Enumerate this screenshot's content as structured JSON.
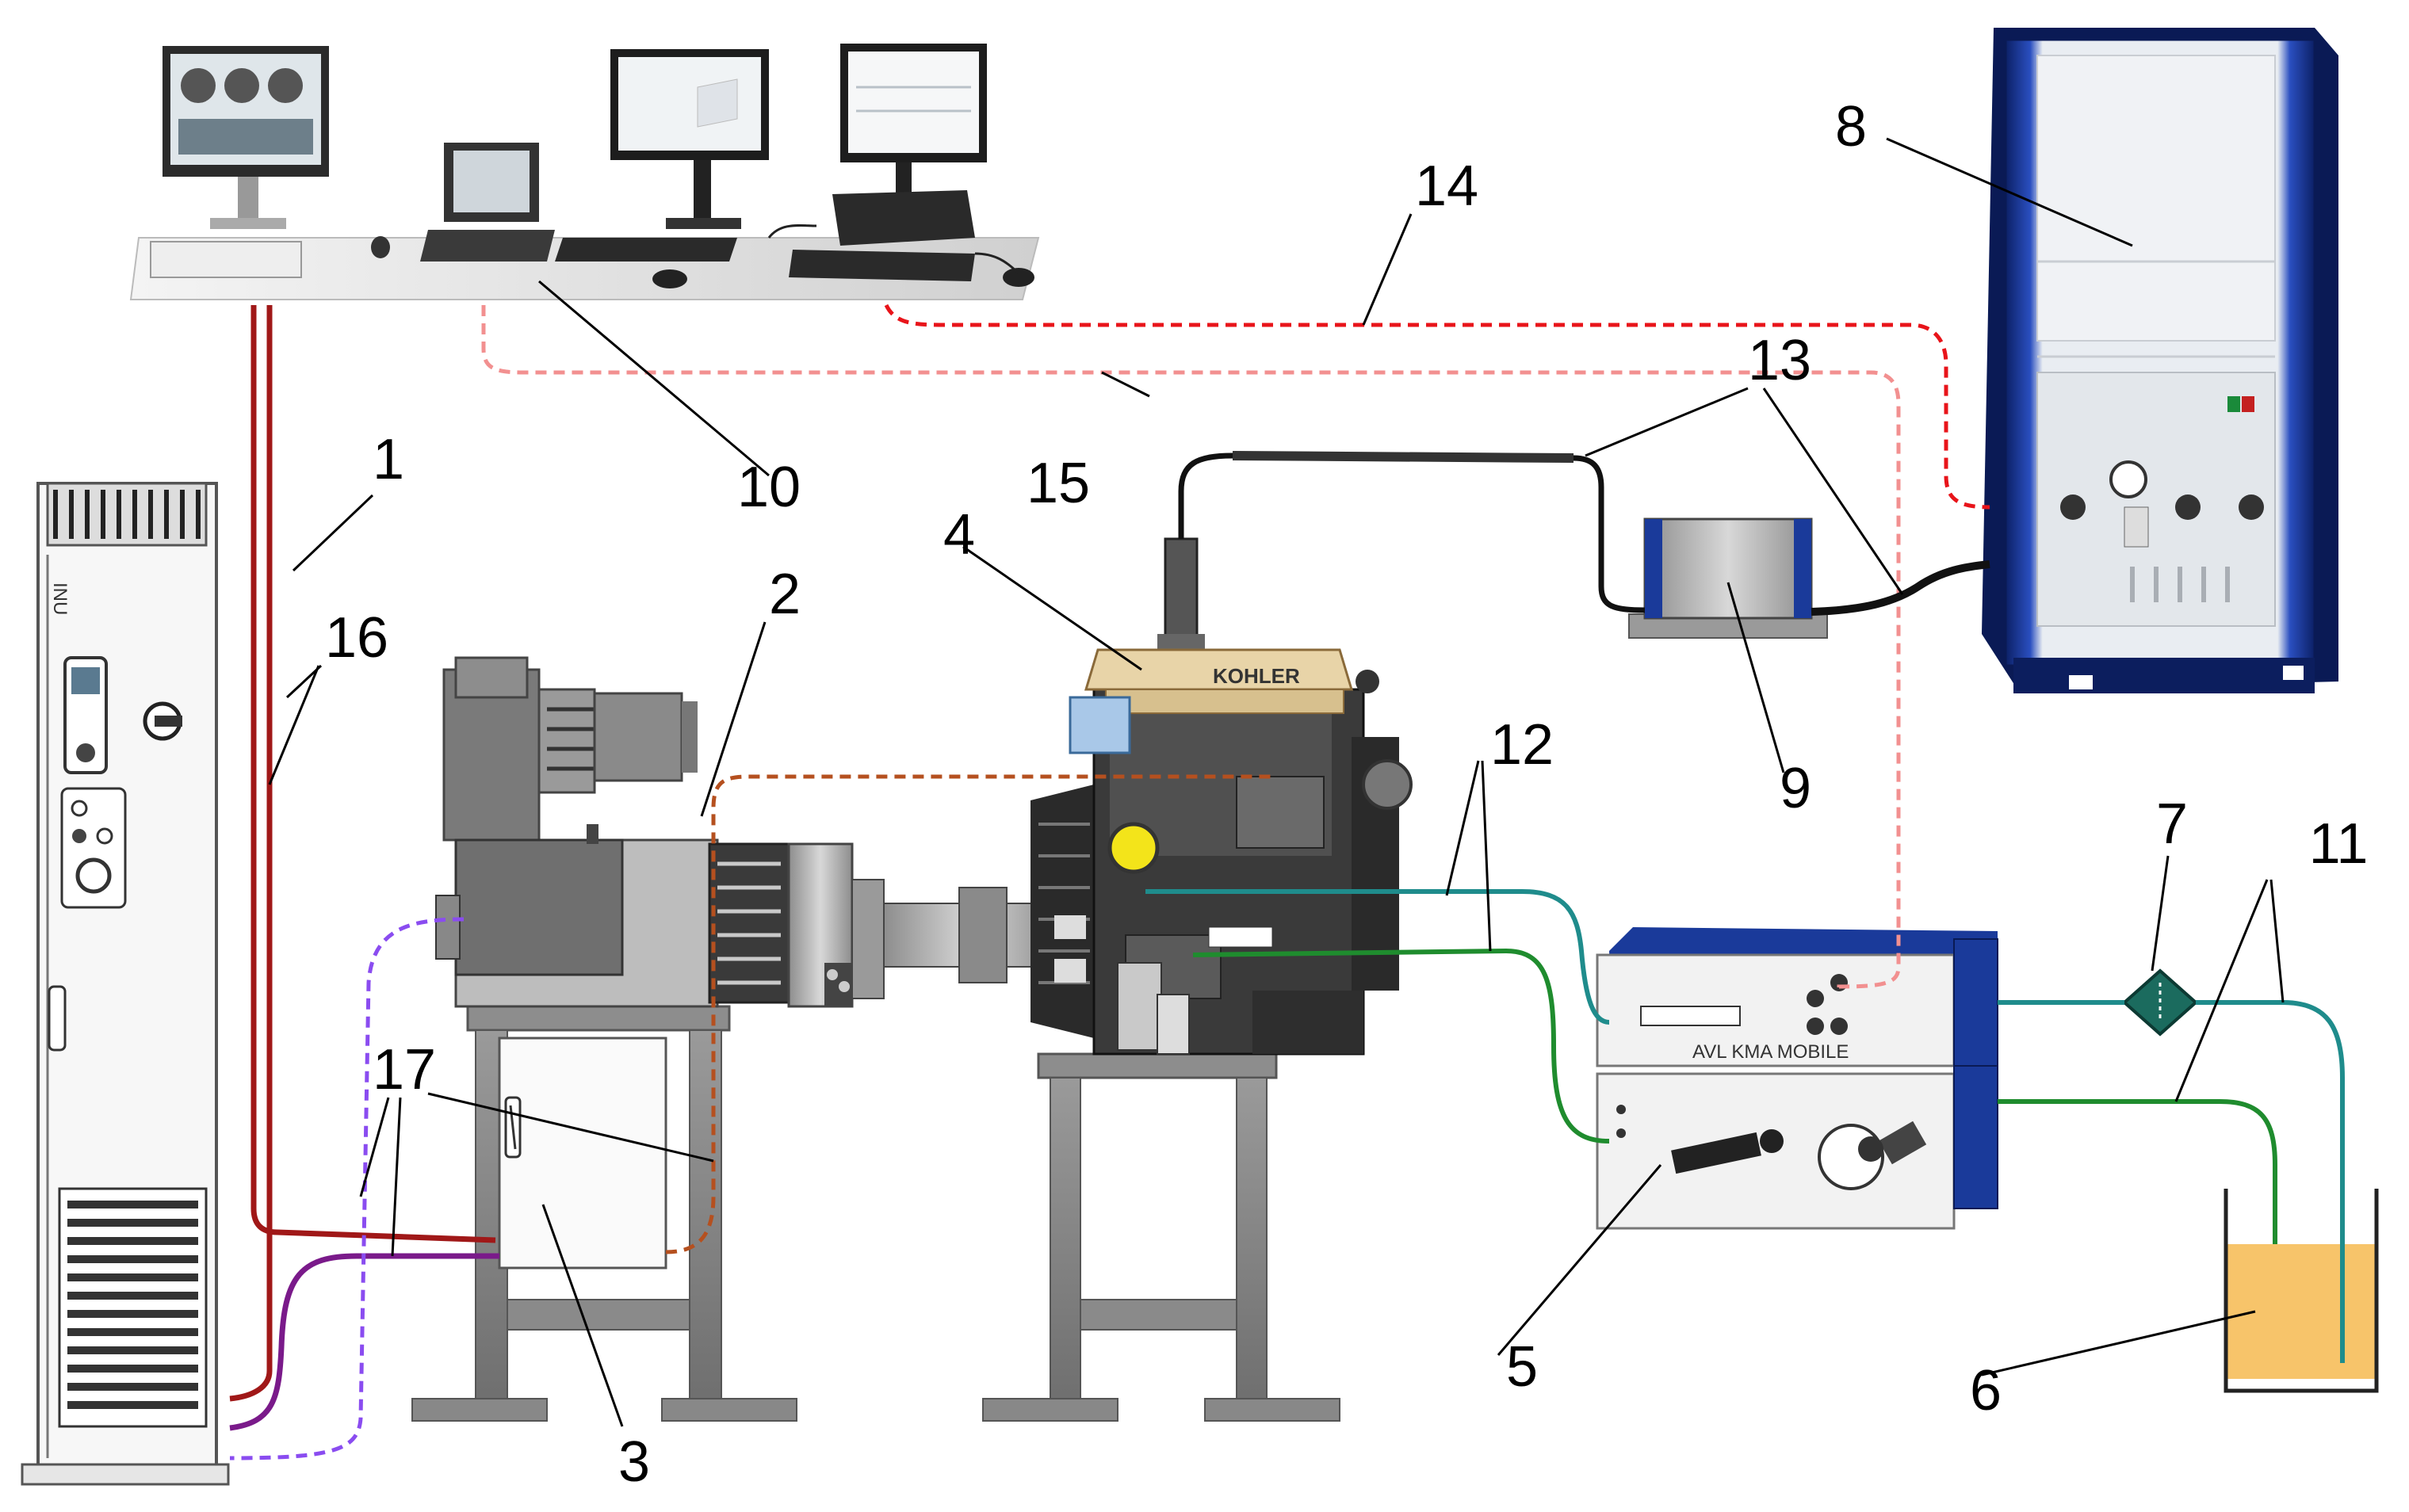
{
  "colors": {
    "power_red": "#a01818",
    "power_purple": "#7a1a8a",
    "signal_red": "#e8141a",
    "signal_pink": "#f29090",
    "signal_violet": "#8a4cf0",
    "signal_brown": "#b5501f",
    "teal_line": "#1f8c8c",
    "green_line": "#1f8c2e",
    "equipment_blue": "#1a3a9a",
    "fuel_yellow": "#f7c46a"
  },
  "labels": {
    "n1": "1",
    "n2": "2",
    "n3": "3",
    "n4": "4",
    "n5": "5",
    "n6": "6",
    "n7": "7",
    "n8": "8",
    "n9": "9",
    "n10": "10",
    "n11": "11",
    "n12": "12",
    "n13": "13",
    "n14": "14",
    "n15": "15",
    "n16": "16",
    "n17": "17"
  },
  "engine": {
    "brand": "KOHLER"
  },
  "fuel_meter": {
    "brand": "AVL  KMA MOBILE"
  },
  "inverter": {
    "badge": "INU"
  },
  "icons": [
    "inverter-cabinet-icon",
    "dynamometer-icon",
    "engine-icon",
    "fuel-balance-icon",
    "fuel-tank-icon",
    "filter-icon",
    "gas-analyzer-icon",
    "exhaust-filter-icon",
    "computer-workstation-icon"
  ]
}
